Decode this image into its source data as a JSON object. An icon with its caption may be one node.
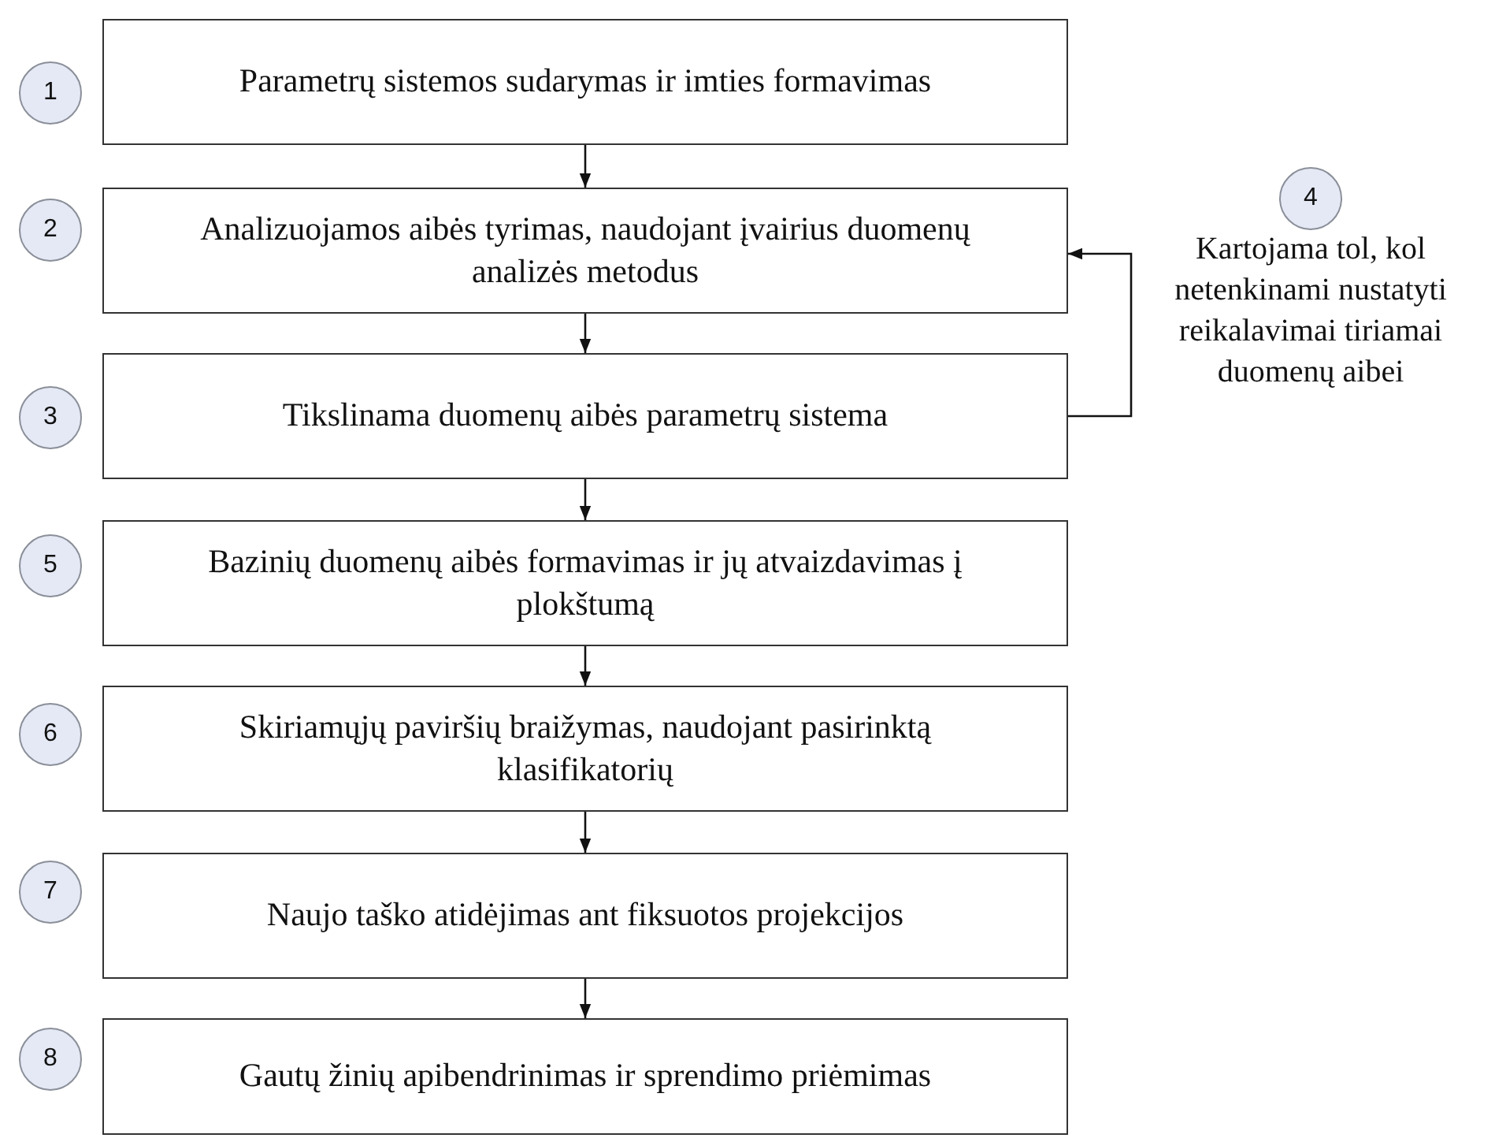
{
  "diagram": {
    "nodes": [
      {
        "text": [
          "1"
        ]
      },
      {
        "text": [
          "Parametrų sistemos sudarymas ir imties formavimas"
        ]
      },
      {
        "text": [
          "2"
        ]
      },
      {
        "text": [
          "Analizuojamos aibės tyrimas, naudojant įvairius duomenų analizės metodus"
        ]
      },
      {
        "text": [
          "4"
        ],
        "beside": [
          "Kartojama tol, kol netenkinami nustatyti reikalavimai tiriamai duomenų aibei"
        ]
      },
      {
        "text": [
          "3"
        ]
      },
      {
        "text": [
          "Tikslinama duomenų aibės parametrų sistema"
        ]
      },
      {
        "text": [
          "5"
        ]
      },
      {
        "text": [
          "Bazinių duomenų aibės formavimas ir jų atvaizdavimas į plokštumą"
        ]
      },
      {
        "text": [
          "6"
        ]
      },
      {
        "text": [
          "Skiriamųjų paviršių braižymas, naudojant pasirinktą klasifikatorių"
        ]
      },
      {
        "text": [
          "7"
        ]
      },
      {
        "text": [
          "Naujo taško atidėjimas ant fiksuotos projekcijos"
        ]
      },
      {
        "text": [
          "8"
        ]
      },
      {
        "text": [
          "Gautų žinių apibendrinimas ir sprendimo priėmimas"
        ]
      }
    ],
    "edges": [
      {
        "from": 1,
        "to": 3,
        "arrow": "to"
      },
      {
        "from": 3,
        "to": 6,
        "arrow": "to"
      },
      {
        "from": 6,
        "to": 3,
        "arrow": "to"
      },
      {
        "from": 6,
        "to": 8,
        "arrow": "to"
      },
      {
        "from": 8,
        "to": 10,
        "arrow": "to"
      },
      {
        "from": 10,
        "to": 12,
        "arrow": "to"
      },
      {
        "from": 12,
        "to": 14,
        "arrow": "to"
      }
    ]
  }
}
